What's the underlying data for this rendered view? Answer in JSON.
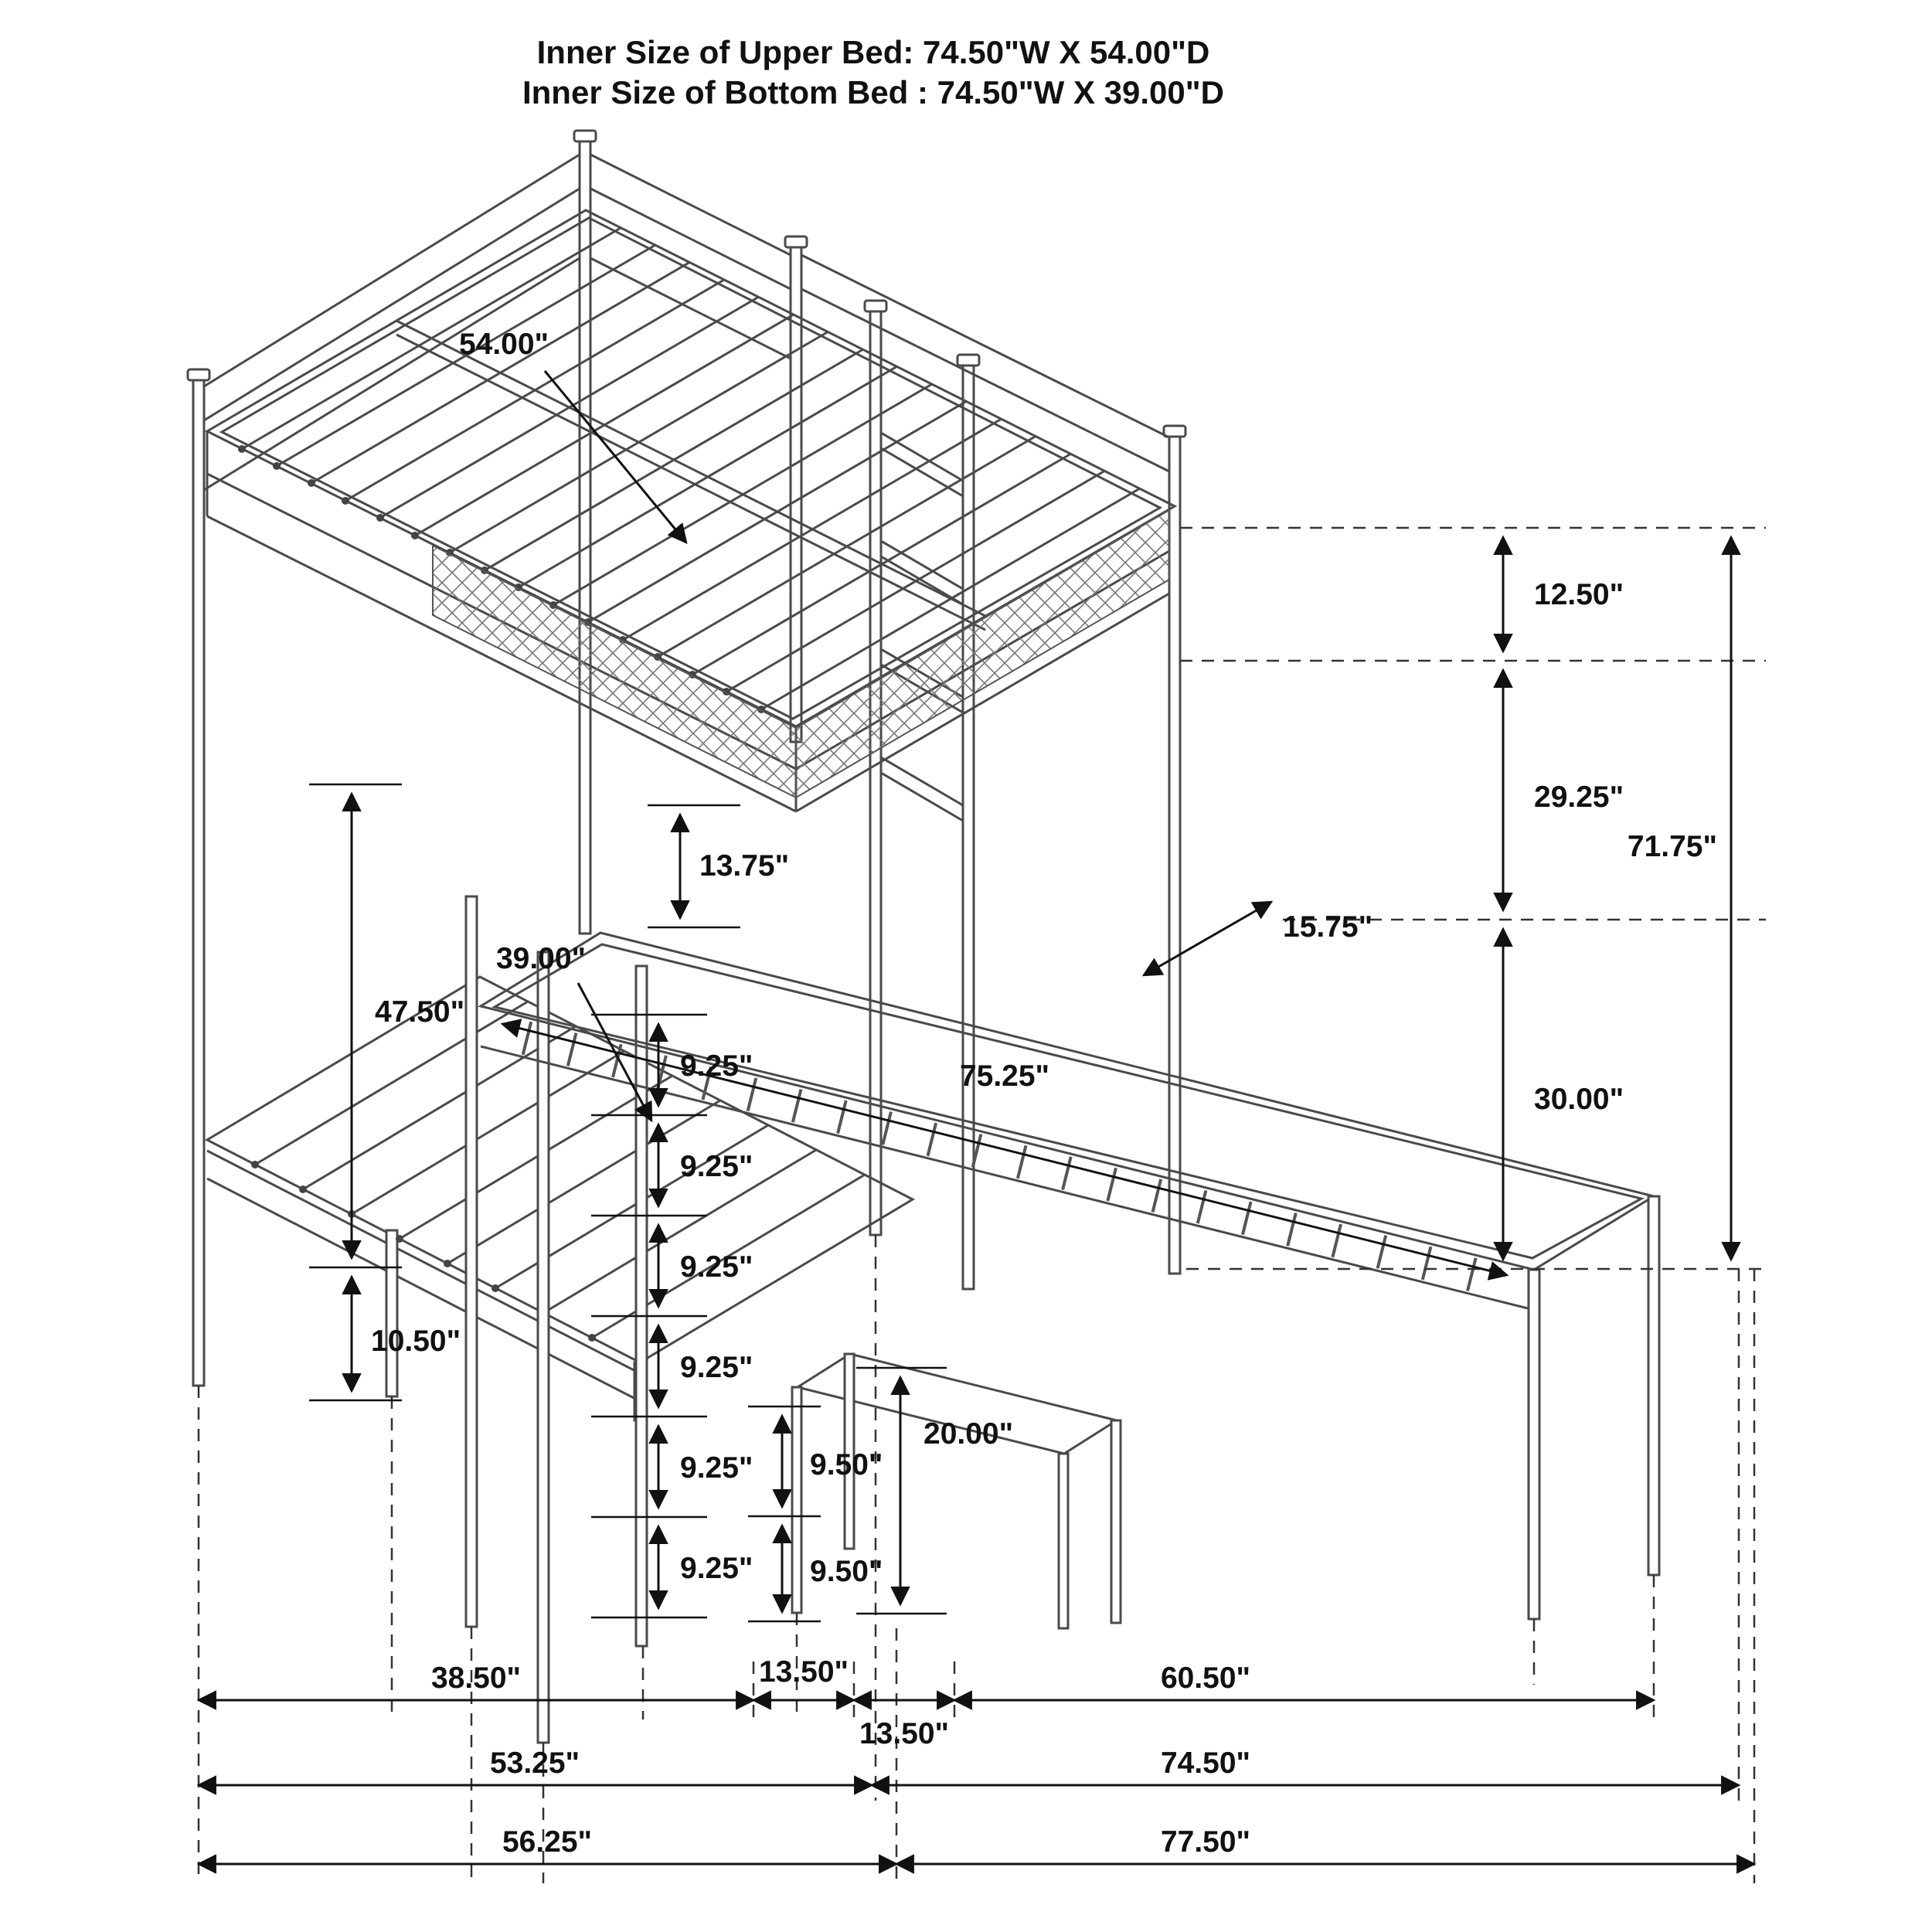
{
  "title": {
    "line1": "Inner Size of Upper Bed: 74.50\"W X 54.00\"D",
    "line2": "Inner Size of Bottom Bed : 74.50\"W X 39.00\"D"
  },
  "dims": {
    "d54": "54.00\"",
    "d12_50": "12.50\"",
    "d29_25": "29.25\"",
    "d71_75": "71.75\"",
    "d13_75": "13.75\"",
    "d15_75": "15.75\"",
    "d39": "39.00\"",
    "d47_50": "47.50\"",
    "d9_25": "9.25\"",
    "d75_25": "75.25\"",
    "d30": "30.00\"",
    "d10_50": "10.50\"",
    "d20": "20.00\"",
    "d9_50": "9.50\"",
    "d38_50": "38.50\"",
    "d13_50": "13.50\"",
    "d60_50": "60.50\"",
    "d53_25": "53.25\"",
    "d74_50": "74.50\"",
    "d56_25": "56.25\"",
    "d77_50": "77.50\""
  }
}
